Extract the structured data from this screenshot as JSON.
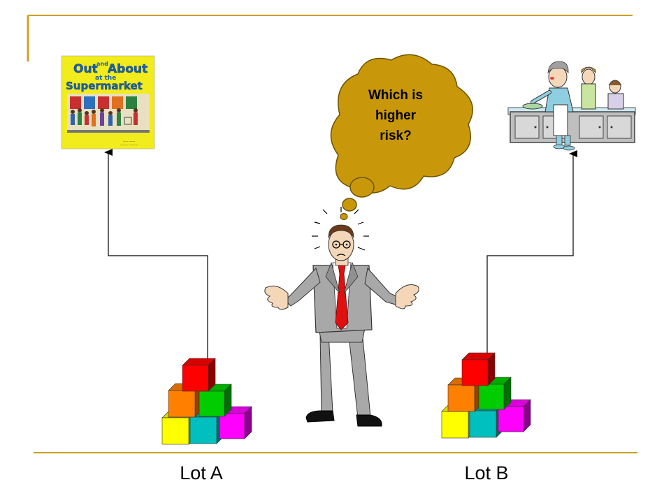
{
  "thought": {
    "text": "Which is higher risk?",
    "line1": "Which is",
    "line2": "higher",
    "line3": "risk?"
  },
  "lots": [
    {
      "label": "Lot A"
    },
    {
      "label": "Lot B"
    }
  ],
  "book_cover": {
    "title_line1": "Out",
    "title_and": "and",
    "title_about": "About",
    "title_line2": "at the",
    "title_line3": "Supermarket"
  },
  "colors": {
    "frame_gold": "#C9A227",
    "bubble_fill": "#C9980A",
    "cube_red": "#FF0000",
    "cube_orange": "#FF7F00",
    "cube_green": "#00CC00",
    "cube_yellow": "#FFFF00",
    "cube_teal": "#00BFBF",
    "cube_magenta": "#FF00FF",
    "cover_yellow": "#F2EC1C"
  },
  "icons": {
    "worried-man": "worried-man-shrugging-icon",
    "food-service": "cafeteria-workers-icon"
  }
}
